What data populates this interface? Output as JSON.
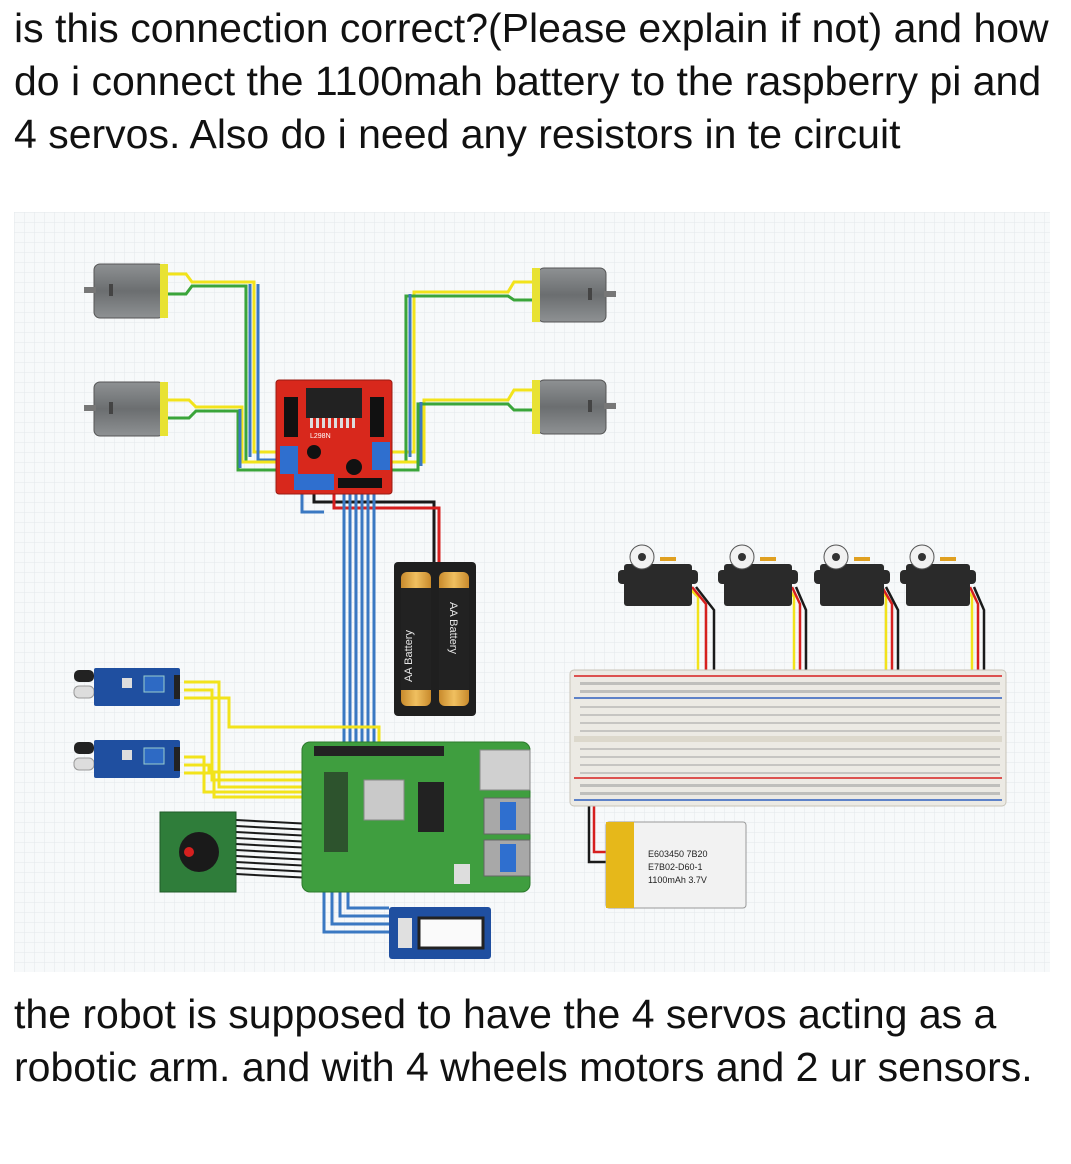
{
  "question_text": "is this connection correct?(Please explain if not) and how do i connect the 1100mah battery to the raspberry pi and 4 servos. Also do i need any resistors in te circuit",
  "footer_text": "the robot is supposed to have the 4 servos acting as a robotic arm. and with 4 wheels motors and 2 ur sensors.",
  "diagram": {
    "battery_holder_label_left": "AA Battery",
    "battery_holder_label_right": "AA Battery",
    "lipo_label_line1": "E603450 7B20",
    "lipo_label_line2": "E7B02-D60-1",
    "lipo_label_line3": "1100mAh 3.7V",
    "driver_label": "L298N",
    "colors": {
      "wire_blue": "#3a78c2",
      "wire_yellow": "#f2e31b",
      "wire_green": "#3aa53a",
      "wire_red": "#d6201f",
      "wire_black": "#1a1a1a",
      "motor_driver_red": "#d8281c",
      "pi_green": "#3f9e3f",
      "sensor_blue": "#1f4fa0"
    }
  }
}
